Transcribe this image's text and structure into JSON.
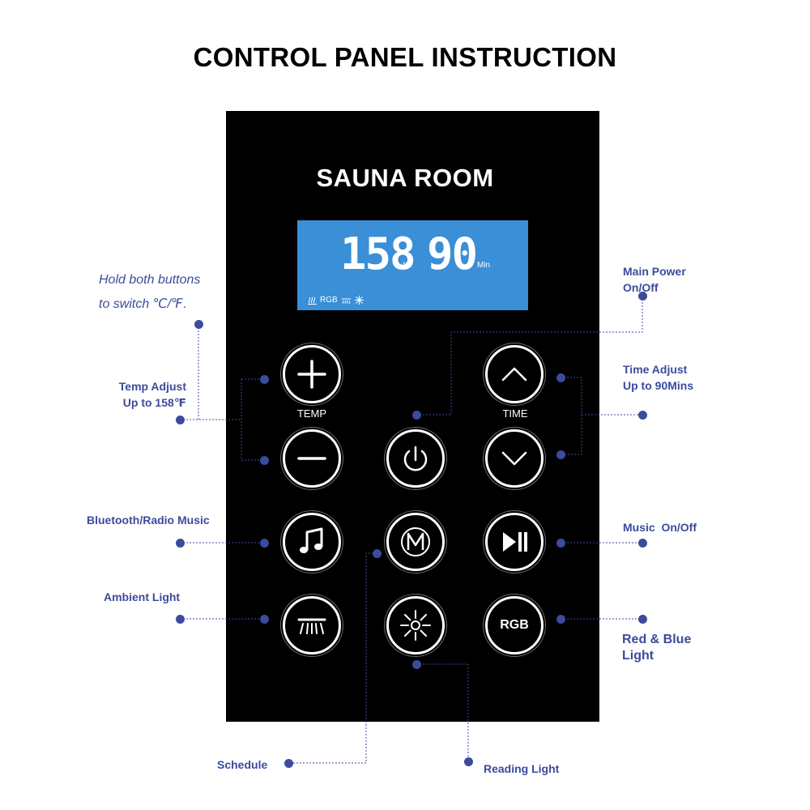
{
  "title": "CONTROL PANEL INSTRUCTION",
  "panel": {
    "brand": "SAUNA ROOM",
    "display": {
      "temperature": "158",
      "temperature_unit": "°F",
      "time": "90",
      "time_unit": "Min",
      "indicator_rgb": "RGB",
      "indicator_icons": [
        "heater-icon",
        "ambient-light-icon",
        "reading-light-icon"
      ]
    },
    "buttons": {
      "temp_label": "TEMP",
      "time_label": "TIME",
      "rgb_label": "RGB",
      "icons": [
        "plus-icon",
        "minus-icon",
        "power-icon",
        "chevron-up-icon",
        "chevron-down-icon",
        "music-note-icon",
        "mode-m-icon",
        "play-pause-icon",
        "ambient-light-icon",
        "reading-light-icon"
      ]
    }
  },
  "callouts": {
    "unit_switch_line1": "Hold both buttons",
    "unit_switch_line2": "to switch ℃/℉.",
    "temp_adjust_line1": "Temp Adjust",
    "temp_adjust_line2": "Up to 158℉",
    "bluetooth": "Bluetooth/Radio Music",
    "ambient": "Ambient Light",
    "schedule": "Schedule",
    "reading": "Reading Light",
    "main_power_line1": "Main Power",
    "main_power_line2": "On/Off",
    "time_adjust_line1": "Time Adjust",
    "time_adjust_line2": "Up to 90Mins",
    "music": "Music  On/Off",
    "red_blue_line1": "Red & Blue",
    "red_blue_line2": "Light"
  },
  "colors": {
    "panel": "#000000",
    "lcd": "#3a8fd7",
    "callout": "#3c4b9b"
  }
}
